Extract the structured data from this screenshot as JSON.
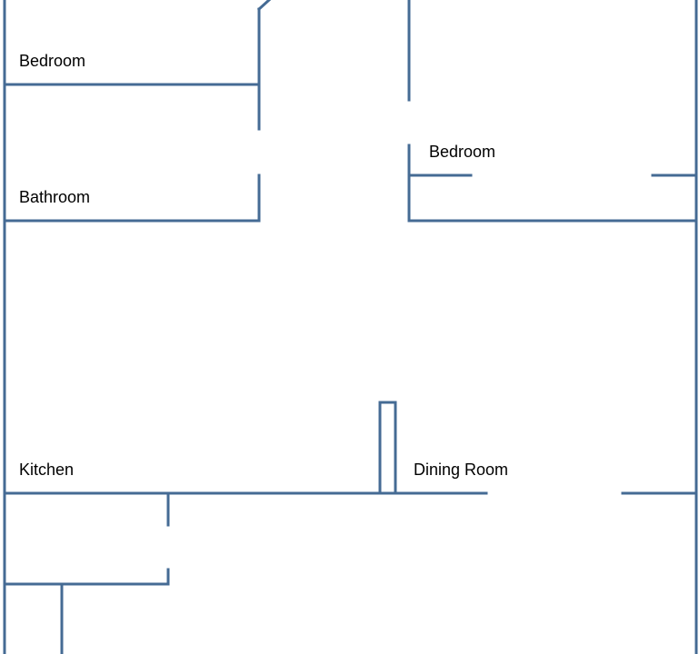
{
  "colors": {
    "wall": "#456b94",
    "background": "#ffffff",
    "label": "#000000"
  },
  "rooms": {
    "bedroom_1": "Bedroom",
    "bedroom_2": "Bedroom",
    "bathroom": "Bathroom",
    "kitchen": "Kitchen",
    "dining_room": "Dining Room"
  }
}
